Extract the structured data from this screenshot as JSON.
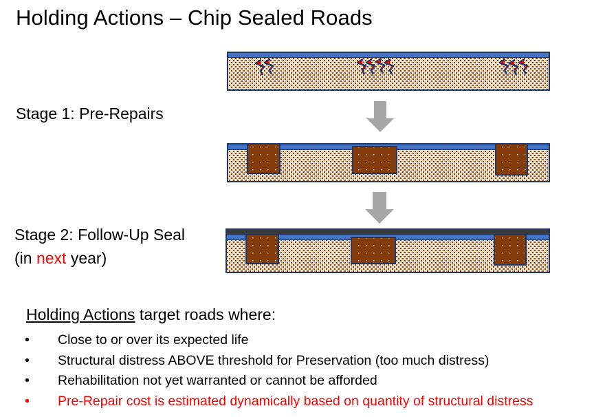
{
  "title": "Holding Actions – Chip Sealed Roads",
  "stages": [
    {
      "label": "Stage 1: Pre-Repairs"
    },
    {
      "label_line1": "Stage 2: Follow-Up Seal",
      "label_line2_pre": "(in ",
      "label_line2_highlight": "next",
      "label_line2_post": " year)"
    }
  ],
  "cross_sections": [
    {
      "name": "initial-condition",
      "layers": [
        "chip-seal",
        "base"
      ],
      "distress_groups": [
        {
          "cracks": 2
        },
        {
          "cracks": 4
        },
        {
          "cracks": 3
        }
      ]
    },
    {
      "name": "after-pre-repairs",
      "layers": [
        "chip-seal",
        "base"
      ],
      "patches": 3
    },
    {
      "name": "after-follow-up-seal",
      "layers": [
        "new-seal",
        "chip-seal",
        "base"
      ],
      "patches": 3
    }
  ],
  "colors": {
    "chip_seal": "#4472c4",
    "new_seal": "#3a3a3a",
    "outline": "#1f3864",
    "base_fill": "#f7e7d3",
    "base_speckle": "#843c0c",
    "patch": "#843c0c",
    "arrow": "#a6a6a6",
    "crack_red": "#ff0000",
    "highlight": "#ff0000"
  },
  "summary": {
    "heading_underlined": "Holding Actions",
    "heading_rest": " target roads where:",
    "bullet_char": "•",
    "bullets": [
      {
        "text": "Close to or over its expected life",
        "highlight": false
      },
      {
        "text": "Structural distress ABOVE threshold for Preservation (too much distress)",
        "highlight": false
      },
      {
        "text": "Rehabilitation not yet warranted or cannot be afforded",
        "highlight": false
      },
      {
        "text": "Pre-Repair cost is estimated dynamically based on quantity of structural distress",
        "highlight": true
      }
    ]
  }
}
